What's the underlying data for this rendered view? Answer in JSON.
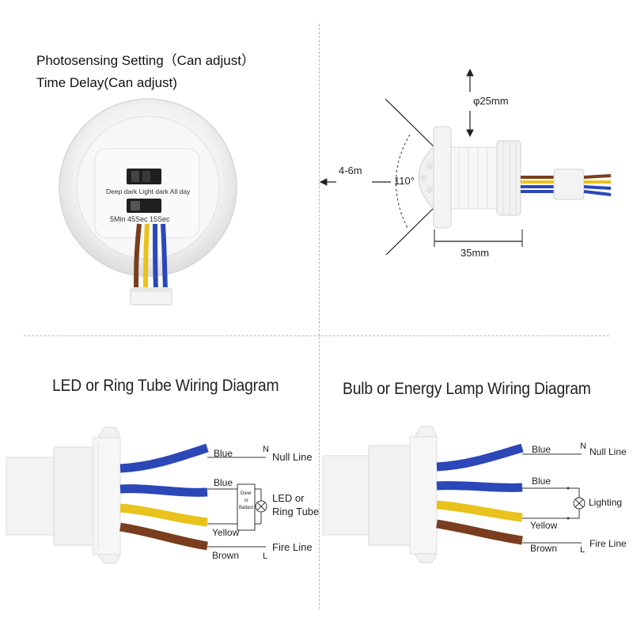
{
  "top_left": {
    "line1": "Photosensing Setting（Can adjust）",
    "line2": "Time Delay(Can adjust)",
    "light_switch_labels": "Deep dark Light dark All day",
    "time_switch_labels": "5Min 45Sec 15Sec"
  },
  "top_right": {
    "diameter_label": "φ25mm",
    "range_label": "4-6m",
    "angle_label": "110°",
    "length_label": "35mm"
  },
  "left_diagram": {
    "title": "LED or Ring Tube Wiring Diagram",
    "wire_blue_top": "Blue",
    "wire_blue_mid": "Blue",
    "wire_yellow": "Yellow",
    "wire_brown": "Brown",
    "n_marker": "N",
    "l_marker": "L",
    "null_line": "Null Line",
    "fire_line": "Fire Line",
    "driver_text_1": "Diver",
    "driver_text_2": "or",
    "driver_text_3": "Ballast",
    "load_label_1": "LED or",
    "load_label_2": "Ring Tube"
  },
  "right_diagram": {
    "title": "Bulb or Energy Lamp Wiring Diagram",
    "wire_blue_top": "Blue",
    "wire_blue_mid": "Blue",
    "wire_yellow": "Yellow",
    "wire_brown": "Brown",
    "n_marker": "N",
    "l_marker": "L",
    "null_line": "Null Line",
    "fire_line": "Fire Line",
    "load_label": "Lighting"
  },
  "colors": {
    "wire_blue": "#2b47b8",
    "wire_yellow": "#e9c21c",
    "wire_brown": "#7a3e1e",
    "plastic": "#f1f1f1",
    "divider": "#b9b9b9"
  }
}
